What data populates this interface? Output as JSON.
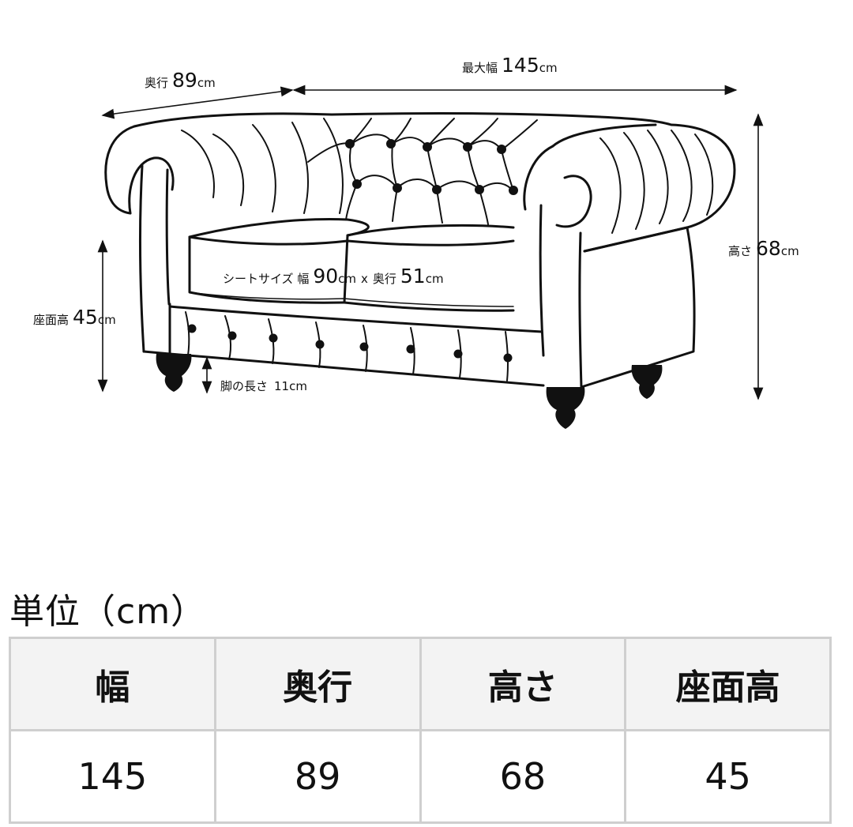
{
  "dimensions": {
    "depth": {
      "label": "奥行",
      "value": "89",
      "unit": "cm"
    },
    "max_width": {
      "label": "最大幅",
      "value": "145",
      "unit": "cm"
    },
    "height": {
      "label": "高さ",
      "value": "68",
      "unit": "cm"
    },
    "seat_height": {
      "label": "座面高",
      "value": "45",
      "unit": "cm"
    },
    "seat_size": {
      "label": "シートサイズ 幅",
      "width": "90",
      "unit": "cm",
      "sep": "x",
      "depth_label": "奥行",
      "depth": "51",
      "depth_unit": "cm"
    },
    "leg_length": {
      "label": "脚の長さ",
      "value": "11cm"
    }
  },
  "unit_title": "単位（cm）",
  "spec_table": {
    "headers": [
      "幅",
      "奥行",
      "高さ",
      "座面高"
    ],
    "values": [
      "145",
      "89",
      "68",
      "45"
    ]
  }
}
